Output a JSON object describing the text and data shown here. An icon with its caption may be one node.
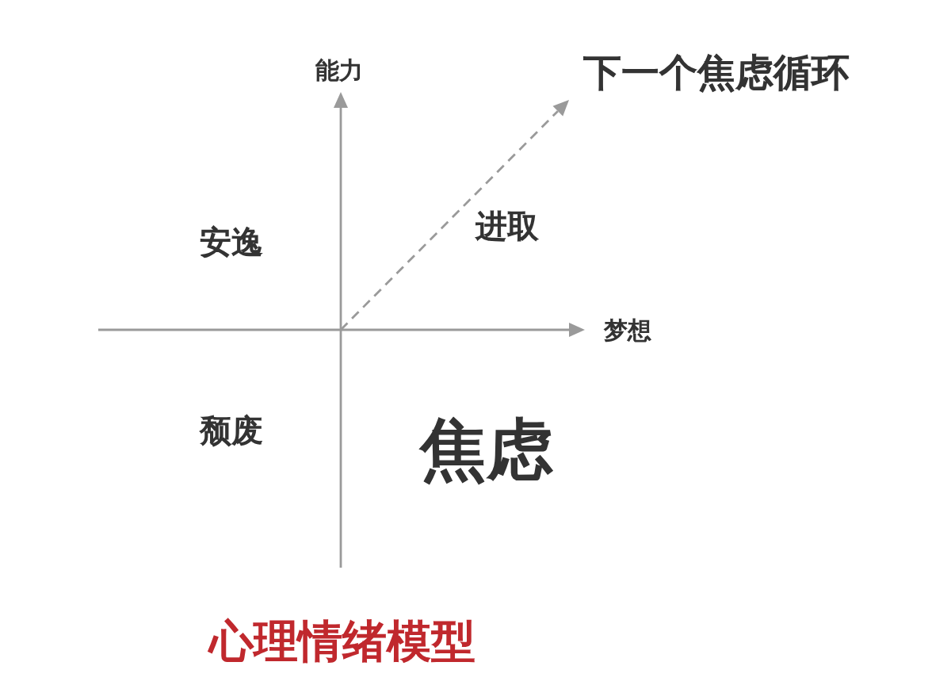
{
  "diagram": {
    "title": "心理情绪模型",
    "labels": [
      "能力",
      "下一个焦虑循环",
      "安逸",
      "进取",
      "梦想",
      "颓废",
      "焦虑"
    ]
  }
}
